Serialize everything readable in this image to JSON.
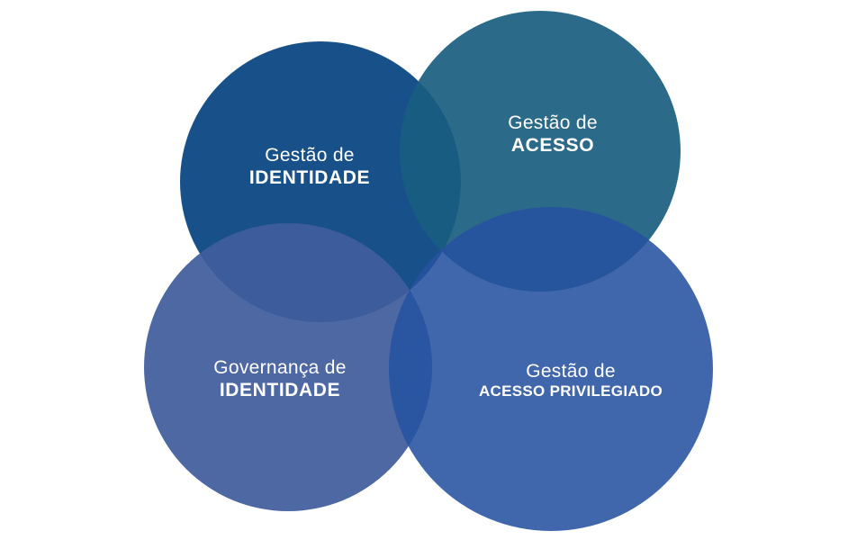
{
  "diagram": {
    "circles": [
      {
        "id": "identity-management",
        "line1": "Gestão de",
        "line2": "IDENTIDADE",
        "color": "#1a4a82"
      },
      {
        "id": "access-management",
        "line1": "Gestão de",
        "line2": "ACESSO",
        "color": "#2d6180"
      },
      {
        "id": "identity-governance",
        "line1": "Governança de",
        "line2": "IDENTIDADE",
        "color": "#3d5a96"
      },
      {
        "id": "privileged-access-management",
        "line1": "Gestão de",
        "line2": "ACESSO PRIVILEGIADO",
        "color": "#2a55a0"
      }
    ]
  }
}
